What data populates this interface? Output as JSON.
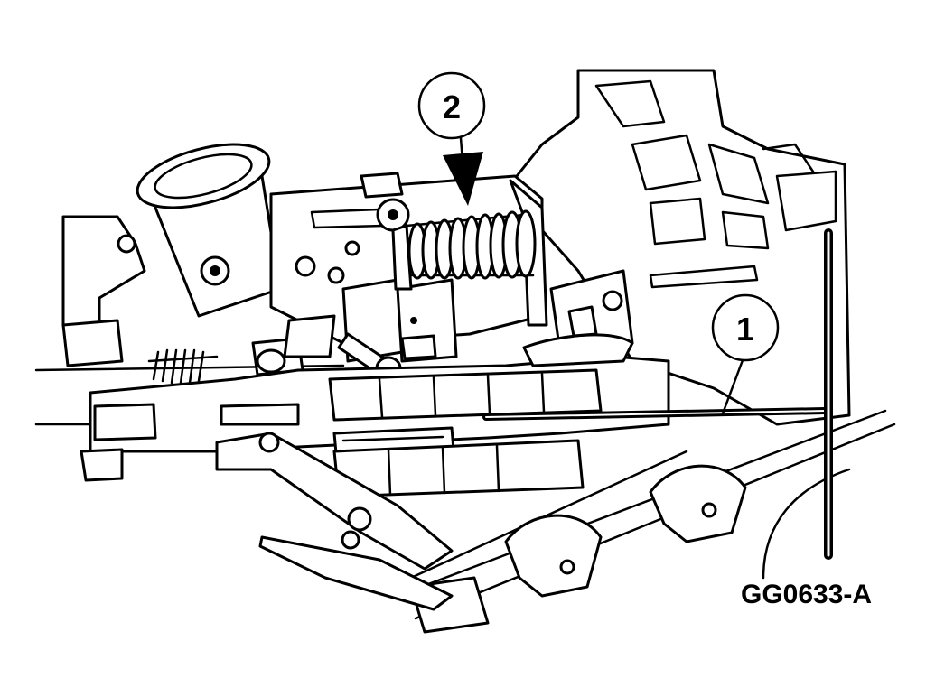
{
  "callouts": [
    {
      "number": "1",
      "part": "tool"
    },
    {
      "number": "2",
      "part": "spring"
    }
  ],
  "figure_id": "GG0633-A"
}
